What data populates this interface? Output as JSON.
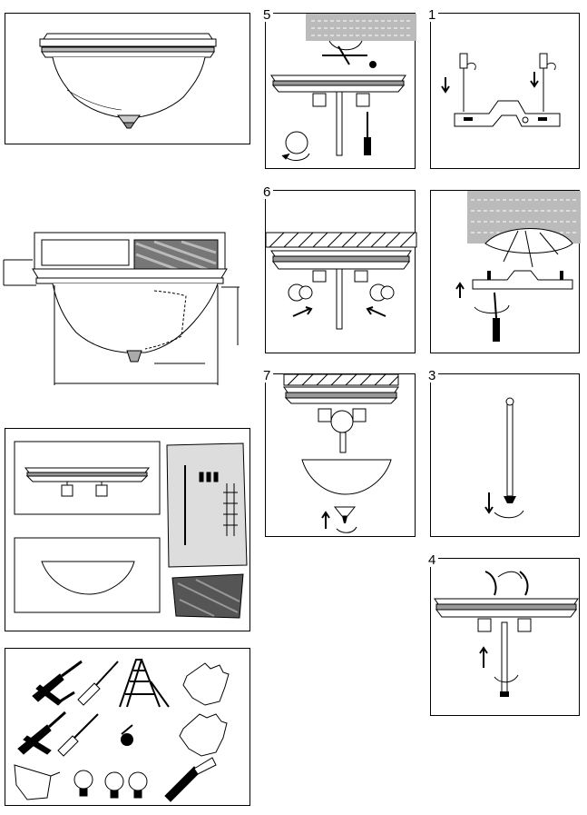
{
  "steps": {
    "step1": "1",
    "step3": "3",
    "step4": "4",
    "step5": "5",
    "step6": "6",
    "step7": "7"
  },
  "icons": [
    "ceiling-fixture-icon",
    "mounting-bracket-icon",
    "screw-icon",
    "screwdriver-icon",
    "pliers-icon",
    "ladder-icon",
    "glove-icon",
    "safety-glasses-icon",
    "light-bulb-icon",
    "wire-stripper-icon",
    "wire-nut-icon",
    "glass-bowl-icon",
    "finial-icon",
    "rod-icon"
  ]
}
